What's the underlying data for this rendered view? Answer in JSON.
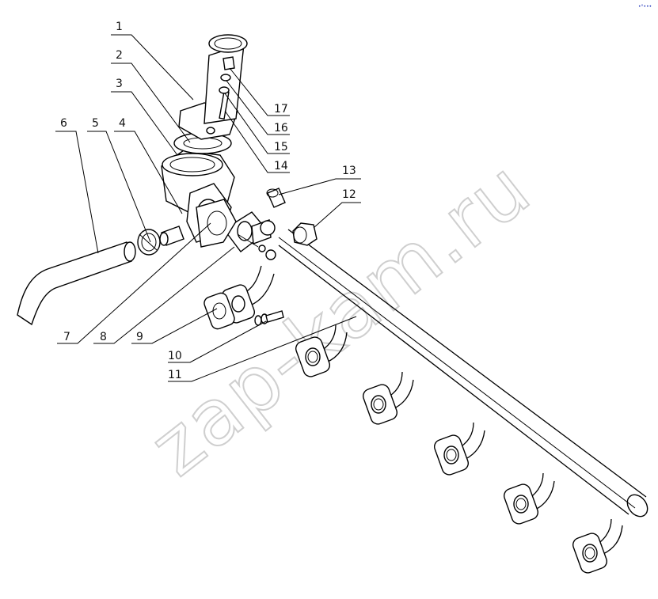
{
  "callouts": [
    {
      "label": "1"
    },
    {
      "label": "2"
    },
    {
      "label": "3"
    },
    {
      "label": "4"
    },
    {
      "label": "5"
    },
    {
      "label": "6"
    },
    {
      "label": "7"
    },
    {
      "label": "8"
    },
    {
      "label": "9"
    },
    {
      "label": "10"
    },
    {
      "label": "11"
    },
    {
      "label": "12"
    },
    {
      "label": "13"
    },
    {
      "label": "14"
    },
    {
      "label": "15"
    },
    {
      "label": "16"
    },
    {
      "label": "17"
    }
  ],
  "watermark": {
    "text": "zap-kam.ru"
  },
  "corner_mark": {
    "text": "•°•••"
  },
  "colors": {
    "line": "#000000",
    "watermark": "#cfcfcf",
    "corner_mark": "#1a2fb8"
  }
}
